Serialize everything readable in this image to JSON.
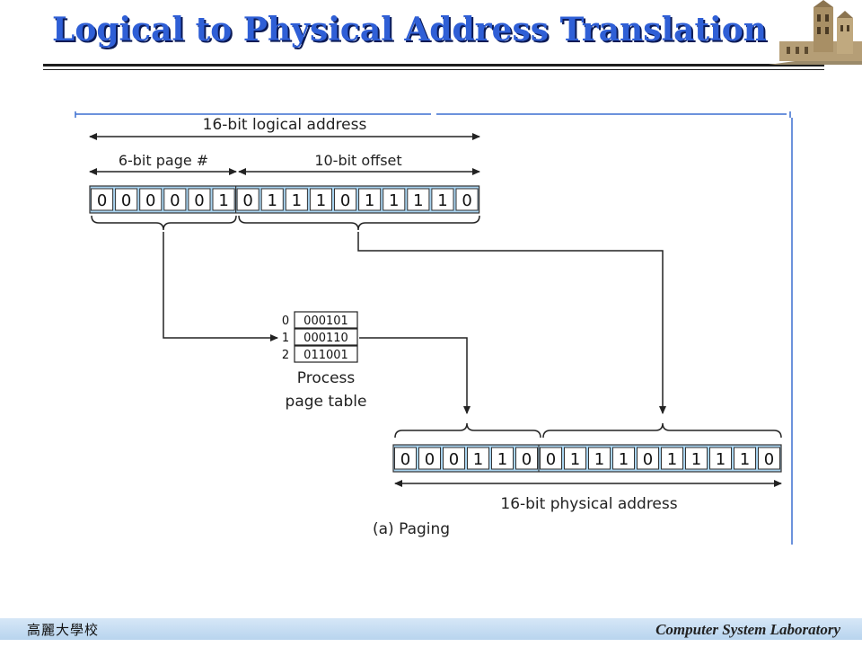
{
  "slide": {
    "title": "Logical to Physical Address Translation",
    "footer_left": "高麗大學校",
    "footer_right": "Computer System Laboratory"
  },
  "colors": {
    "title": "#2f5fd6",
    "cell_fill": "#a8d3ef",
    "arrow": "#222222"
  },
  "diagram": {
    "logical": {
      "label": "16-bit logical address",
      "page_label": "6-bit page #",
      "offset_label": "10-bit offset",
      "bits": [
        "0",
        "0",
        "0",
        "0",
        "0",
        "1",
        "0",
        "1",
        "1",
        "1",
        "0",
        "1",
        "1",
        "1",
        "1",
        "0"
      ],
      "page_bits": 6
    },
    "page_table": {
      "indices": [
        "0",
        "1",
        "2"
      ],
      "entries": [
        "000101",
        "000110",
        "011001"
      ],
      "caption_line1": "Process",
      "caption_line2": "page table"
    },
    "physical": {
      "label": "16-bit physical address",
      "bits": [
        "0",
        "0",
        "0",
        "1",
        "1",
        "0",
        "0",
        "1",
        "1",
        "1",
        "0",
        "1",
        "1",
        "1",
        "1",
        "0"
      ],
      "frame_bits": 6
    },
    "caption": "(a) Paging"
  }
}
